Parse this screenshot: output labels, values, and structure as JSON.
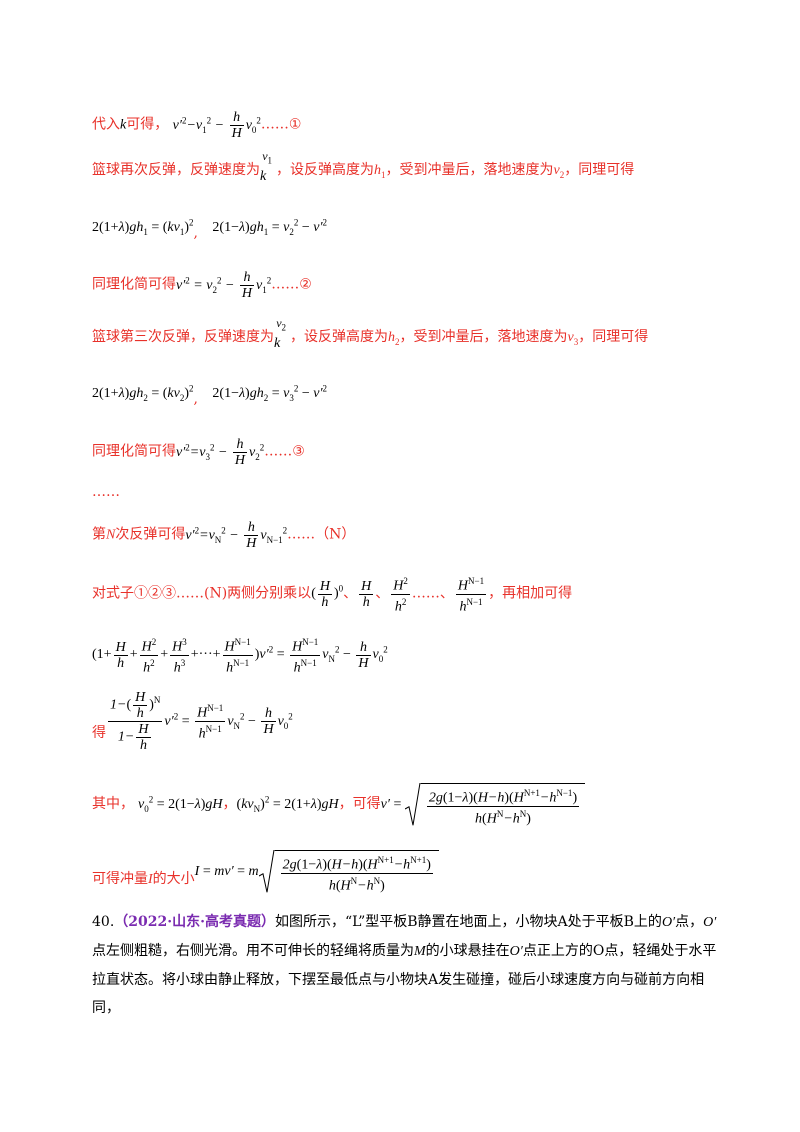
{
  "lines": {
    "l1_text": "代入",
    "l1_k": "k",
    "l1_tail": "可得，",
    "l1_eq": "……①",
    "l2_a": "篮球再次反弹，反弹速度为",
    "l2_b": "，设反弹高度为",
    "l2_h": "h",
    "l2_c": "，受到冲量后，落地速度为",
    "l2_v": "v",
    "l2_d": "，同理可得",
    "l4_text": "同理化简可得",
    "l4_mark": "……②",
    "l5_a": "篮球第三次反弹，反弹速度为",
    "l5_b": "，设反弹高度为",
    "l5_c": "，受到冲量后，落地速度为",
    "l5_d": "，同理可得",
    "l7_text": "同理化简可得",
    "l7_mark": "……③",
    "l8_text": "……",
    "l9_a": "第",
    "l9_N": "N",
    "l9_b": "次反弹可得",
    "l9_mark": "……（N）",
    "l10_a": "对式子①②③……(N)两侧分别乘以",
    "l10_sep1": "、",
    "l10_sep2": "、",
    "l10_sep3": "……、",
    "l10_b": "，再相加可得",
    "l12_de": "得",
    "l13_a": "其中，",
    "l13_comma": "，",
    "l13_b": "，可得",
    "l14_a": "可得冲量",
    "l14_I": "I",
    "l14_b": "的大小"
  },
  "question": {
    "number": "40.",
    "source": "（2022·山东·高考真题）",
    "text1": "如图所示，“L”型平板B静置在地面上，小物块A处于平板B上的",
    "text2": "点，",
    "text3": "点左侧粗糙，右侧光滑。用不可伸长的轻绳将质量为",
    "M": "M",
    "text4": "的小球悬挂在",
    "text5": "点正上方的O点，轻绳处于水平拉直状态。将小球由静止释放，下摆至最低点与小物块A发生碰撞，碰后小球速度方向与碰前方向相同，",
    "Oprime": "O′"
  },
  "colors": {
    "accent": "#e8312a",
    "source": "#7a2bb0"
  }
}
